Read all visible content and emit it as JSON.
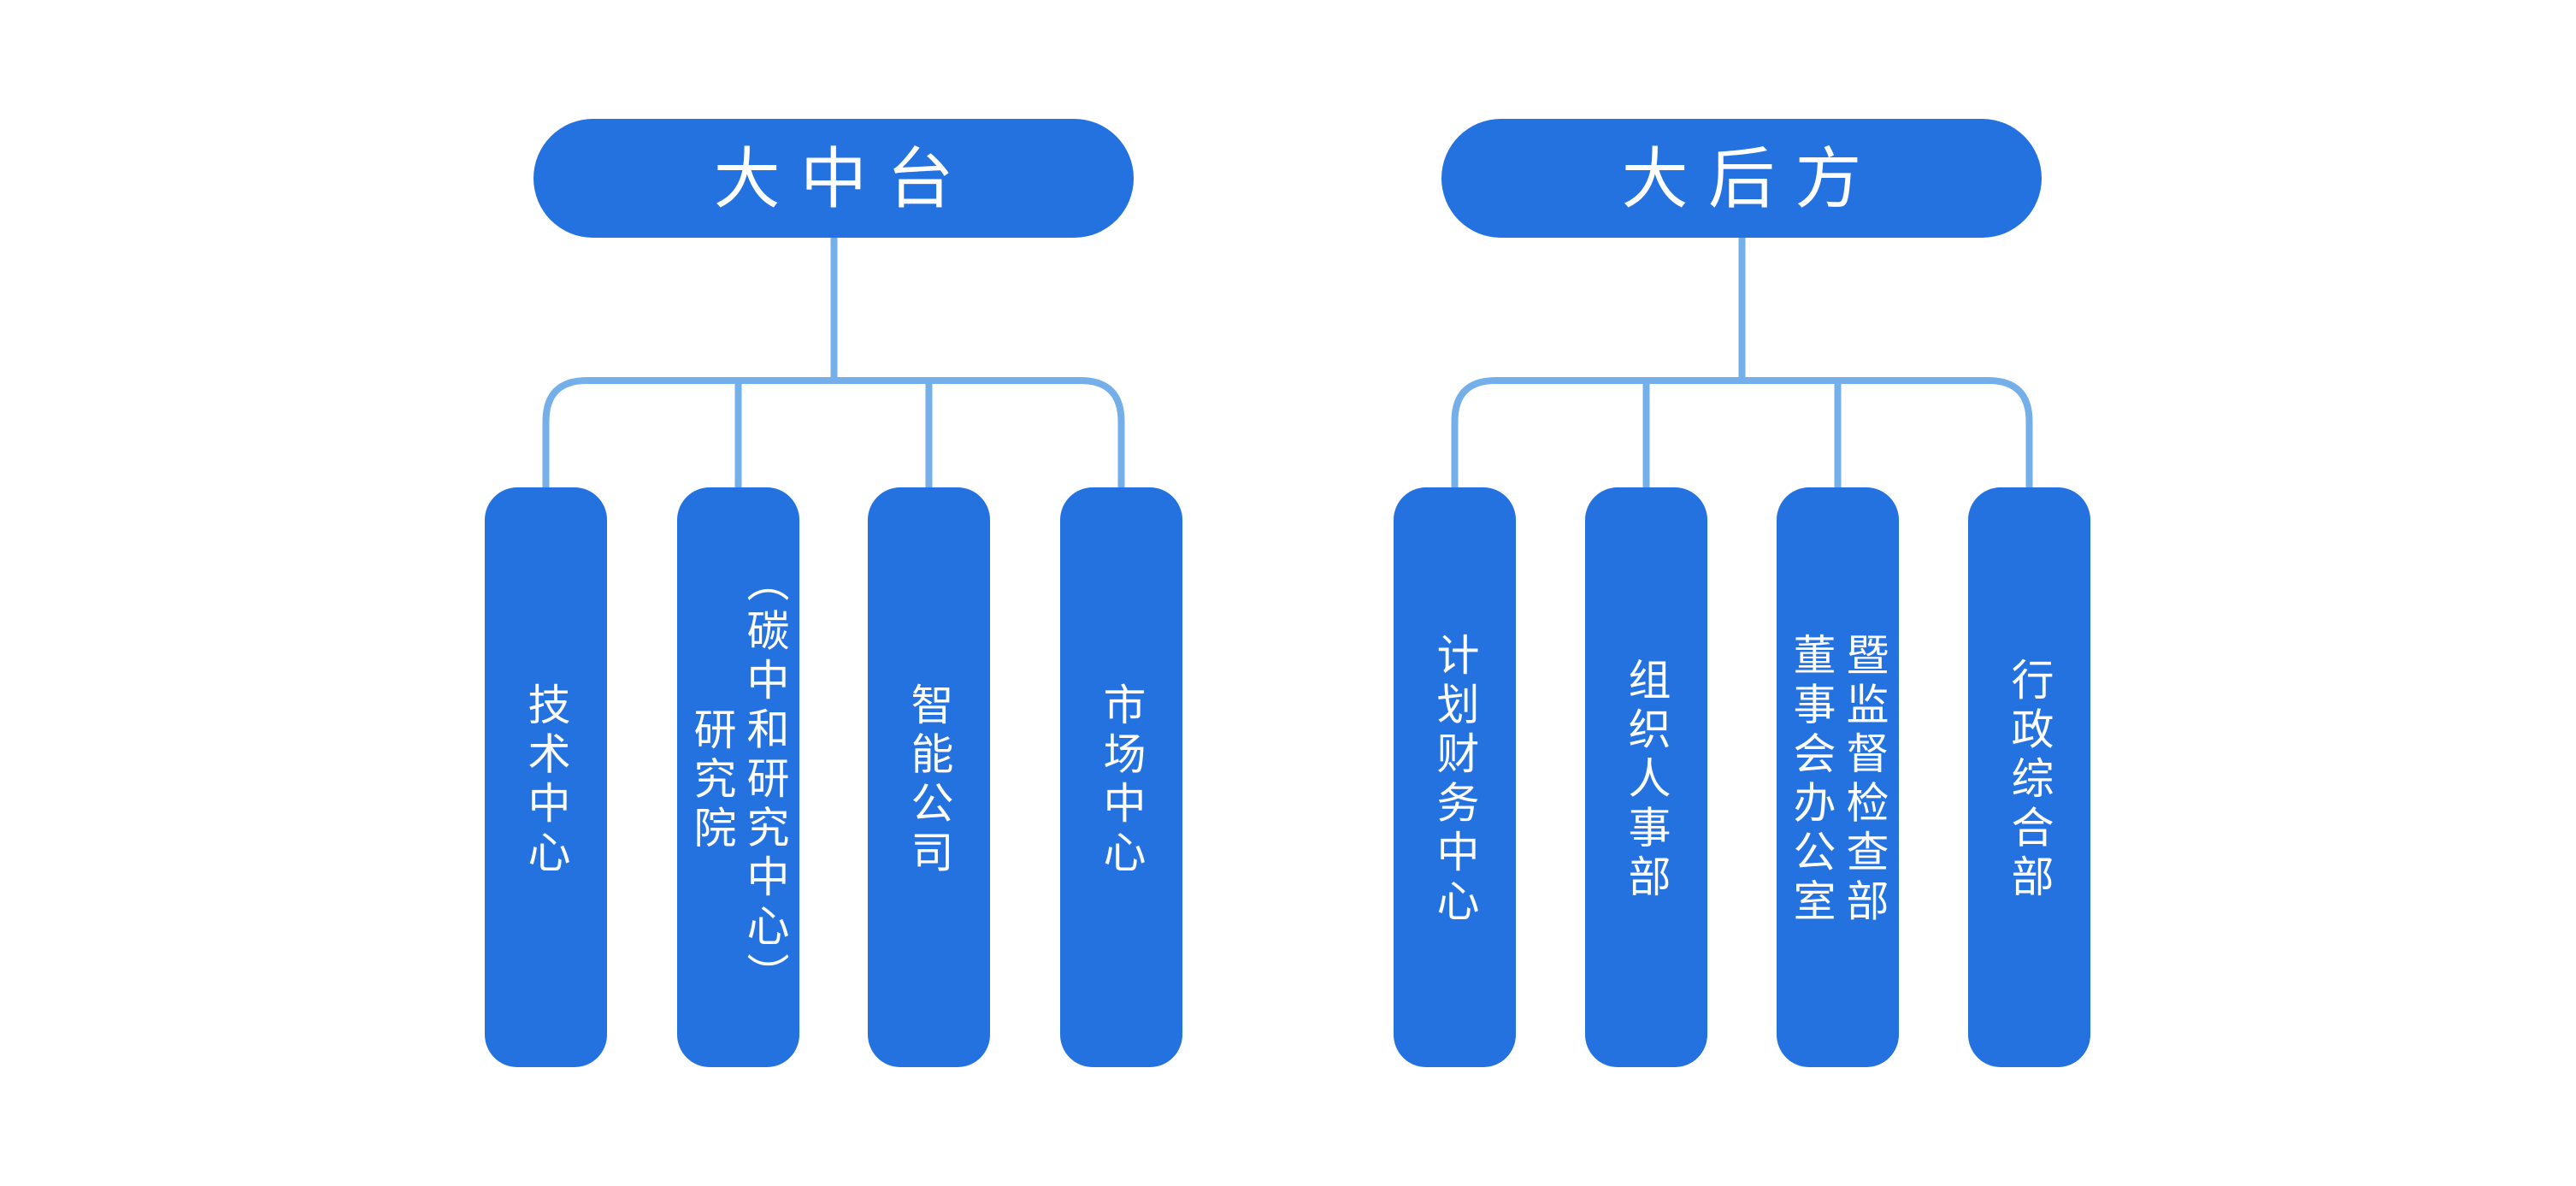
{
  "palette": {
    "node_blue": "#2471E0",
    "connector_blue": "#74AFE9",
    "node_text_white": "#ffffff",
    "background": "#ffffff"
  },
  "diagram": {
    "type": "org-chart",
    "groups": [
      {
        "title": "大中台",
        "children": [
          {
            "lines": [
              "技术中心"
            ]
          },
          {
            "lines": [
              "研究院",
              "（碳中和研究中心）"
            ]
          },
          {
            "lines": [
              "智能公司"
            ]
          },
          {
            "lines": [
              "市场中心"
            ]
          }
        ]
      },
      {
        "title": "大后方",
        "children": [
          {
            "lines": [
              "计划财务中心"
            ]
          },
          {
            "lines": [
              "组织人事部"
            ]
          },
          {
            "lines": [
              "董事会办公室",
              "暨监督检查部"
            ]
          },
          {
            "lines": [
              "行政综合部"
            ]
          }
        ]
      }
    ]
  }
}
